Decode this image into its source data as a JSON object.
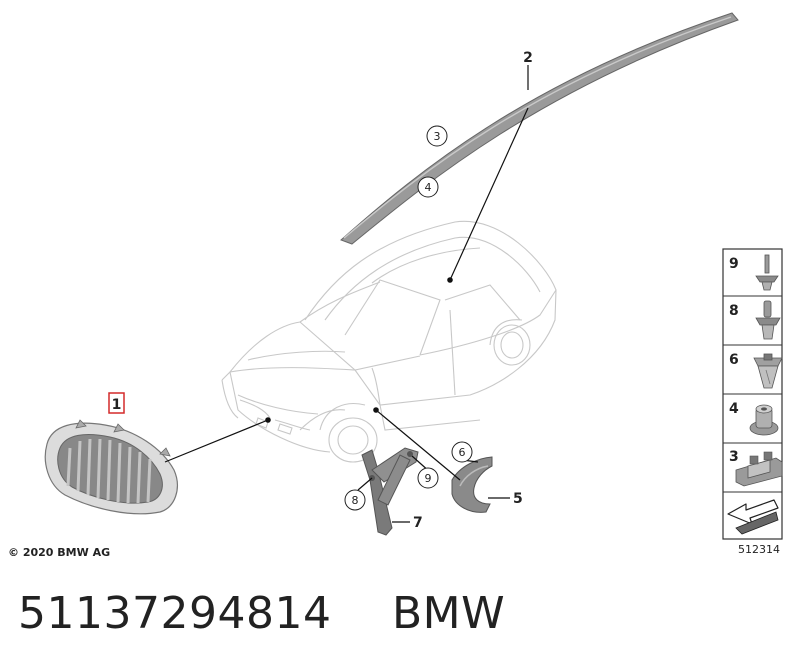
{
  "copyright": "© 2020 BMW AG",
  "diagram_id": "512314",
  "footer": {
    "part_number": "51137294814",
    "brand": "BMW"
  },
  "callouts": [
    {
      "id": "1",
      "label": "1",
      "highlighted": true
    },
    {
      "id": "2",
      "label": "2"
    },
    {
      "id": "3",
      "label": "3",
      "circled": true
    },
    {
      "id": "4",
      "label": "4",
      "circled": true
    },
    {
      "id": "5",
      "label": "5"
    },
    {
      "id": "6",
      "label": "6",
      "circled": true
    },
    {
      "id": "7",
      "label": "7"
    },
    {
      "id": "8",
      "label": "8",
      "circled": true
    },
    {
      "id": "9",
      "label": "9",
      "circled": true
    }
  ],
  "legend": [
    {
      "label": "9",
      "icon": "rivet-icon"
    },
    {
      "label": "8",
      "icon": "expanding-rivet-icon"
    },
    {
      "label": "6",
      "icon": "spring-nut-icon"
    },
    {
      "label": "4",
      "icon": "clip-nut-icon"
    },
    {
      "label": "3",
      "icon": "clamp-clip-icon"
    },
    {
      "label": "",
      "icon": "arrow-icon"
    }
  ],
  "colors": {
    "highlight": "#d42a2a",
    "line": "#111111",
    "car_outline": "#c8c8c8",
    "part": "#8a8a8a"
  }
}
